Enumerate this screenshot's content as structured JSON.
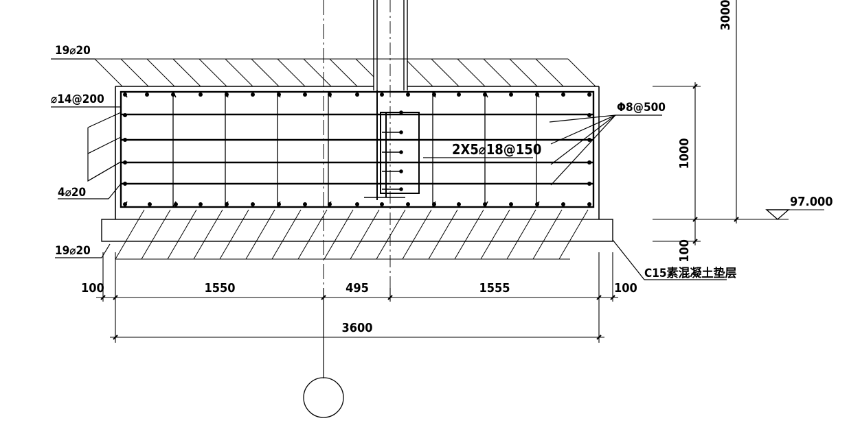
{
  "labels": {
    "top_rebar": "19⌀20",
    "side_rebar": "⌀14@200",
    "side_bars": "4⌀20",
    "bottom_rebar": "19⌀20",
    "tie_rebar": "Φ8@500",
    "column_dowels": "2X5⌀18@150",
    "cushion_layer": "C15素混凝土垫层",
    "elevation": "97.000"
  },
  "dimensions": {
    "left_cover": "100",
    "left_span": "1550",
    "column": "495",
    "right_span": "1555",
    "right_cover": "100",
    "total_width": "3600",
    "column_height": "3000",
    "foundation_height": "1000",
    "cushion_height": "100"
  },
  "axis_bubble": ""
}
